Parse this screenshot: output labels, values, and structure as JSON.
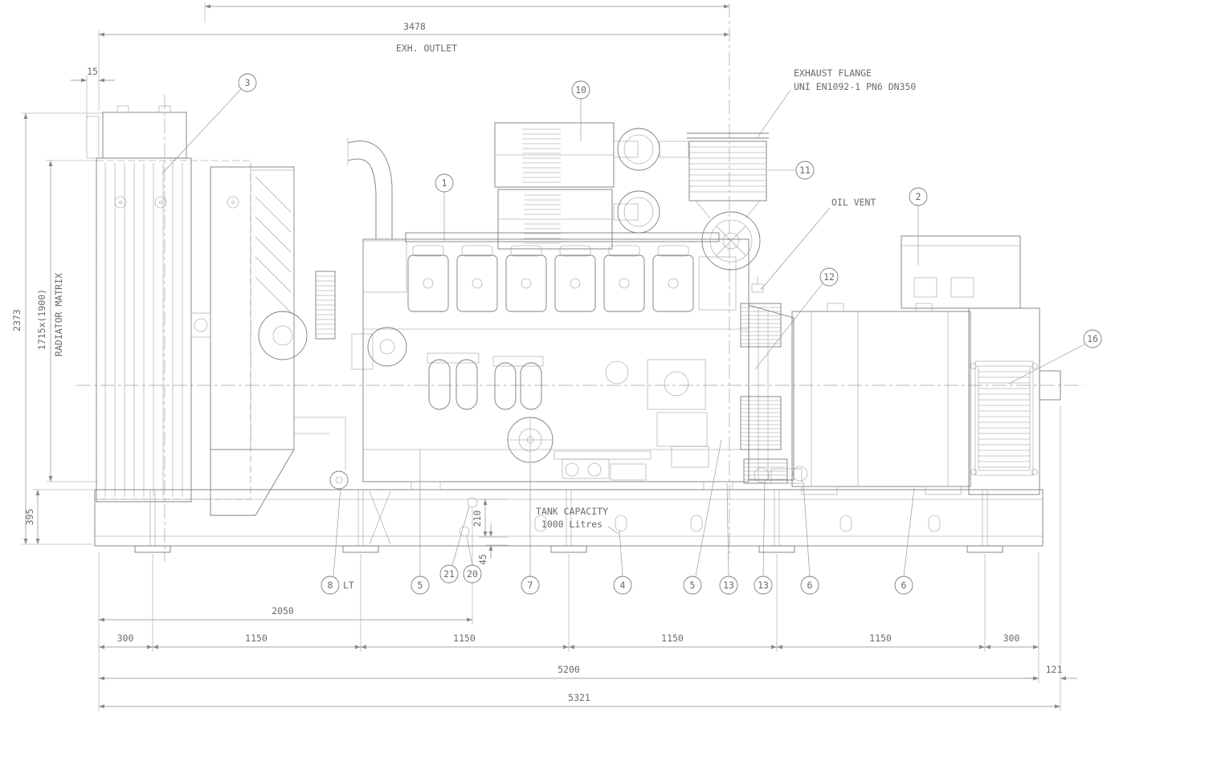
{
  "drawing": {
    "labels": {
      "exh_outlet": "EXH. OUTLET",
      "exhaust_flange_line1": "EXHAUST FLANGE",
      "exhaust_flange_line2": "UNI EN1092-1 PN6 DN350",
      "oil_vent": "OIL VENT",
      "radiator_matrix": "RADIATOR MATRIX",
      "tank_capacity_line1": "TANK CAPACITY",
      "tank_capacity_line2": "1000 Litres",
      "lt_suffix": "LT"
    },
    "dims": {
      "d3478": "3478",
      "d15": "15",
      "d2373": "2373",
      "d_matrix": "1715x(1900)",
      "d395": "395",
      "d210": "210",
      "d45": "45",
      "d2050": "2050",
      "d300l": "300",
      "d1150a": "1150",
      "d1150b": "1150",
      "d1150c": "1150",
      "d1150d": "1150",
      "d300r": "300",
      "d5200": "5200",
      "d121": "121",
      "d5321": "5321"
    },
    "callouts": {
      "c1": "1",
      "c2": "2",
      "c3": "3",
      "c4": "4",
      "c5a": "5",
      "c5b": "5",
      "c6a": "6",
      "c6b": "6",
      "c7": "7",
      "c8": "8",
      "c10": "10",
      "c11": "11",
      "c12": "12",
      "c13a": "13",
      "c13b": "13",
      "c16": "16",
      "c20": "20",
      "c21": "21"
    }
  }
}
